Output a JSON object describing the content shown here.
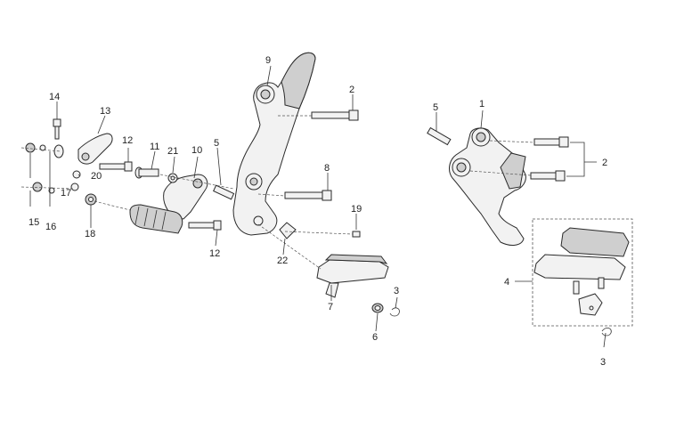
{
  "callouts": {
    "n1": "1",
    "n2": "2",
    "n2b": "2",
    "n3": "3",
    "n3b": "3",
    "n4": "4",
    "n5": "5",
    "n5b": "5",
    "n6": "6",
    "n7": "7",
    "n8": "8",
    "n9": "9",
    "n10": "10",
    "n11": "11",
    "n12": "12",
    "n12b": "12",
    "n13": "13",
    "n14": "14",
    "n15": "15",
    "n16": "16",
    "n17": "17",
    "n18": "18",
    "n19": "19",
    "n20": "20",
    "n21": "21",
    "n22": "22"
  }
}
